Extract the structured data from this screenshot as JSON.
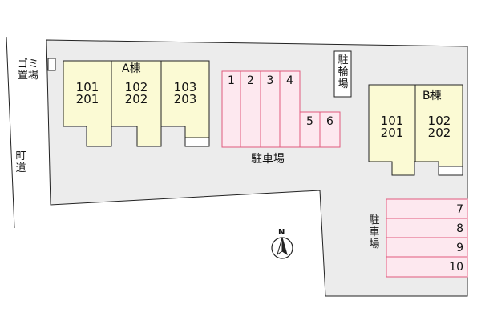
{
  "road": {
    "label": "町道"
  },
  "garbage": {
    "label_line1": "ゴミ",
    "label_line2": "置場"
  },
  "bicycle_parking": {
    "label": "駐輪場"
  },
  "building_a": {
    "name": "A棟",
    "units": [
      {
        "upper": "101",
        "lower": "201"
      },
      {
        "upper": "102",
        "lower": "202"
      },
      {
        "upper": "103",
        "lower": "203"
      }
    ]
  },
  "building_b": {
    "name": "B棟",
    "units": [
      {
        "upper": "101",
        "lower": "201"
      },
      {
        "upper": "102",
        "lower": "202"
      }
    ]
  },
  "parking_main": {
    "label": "駐車場",
    "spaces": [
      "1",
      "2",
      "3",
      "4",
      "5",
      "6"
    ]
  },
  "parking_right": {
    "label": "駐車場",
    "spaces": [
      "7",
      "8",
      "9",
      "10"
    ]
  },
  "compass": {
    "north_label": "N"
  },
  "colors": {
    "lot": "#ececec",
    "building": "#fbfad4",
    "parking_fill": "#fde8ef",
    "parking_stroke": "#e15a7e",
    "outline": "#222222"
  }
}
